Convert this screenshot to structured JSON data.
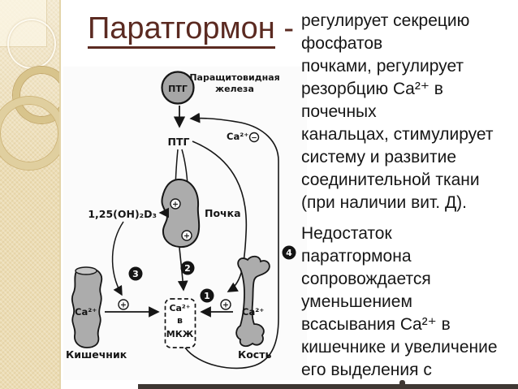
{
  "slide": {
    "title": {
      "text": "Паратгормон",
      "dash": " -"
    },
    "body": {
      "paragraph1_lines": [
        "регулирует секрецию",
        "фосфатов",
        "почками, регулирует",
        "резорбцию Ca²⁺ в",
        "почечных",
        "канальцах, стимулирует",
        "систему и развитие",
        "соединительной ткани",
        "(при наличии вит. Д)."
      ],
      "paragraph2_lines": [
        "Недостаток",
        "паратгормона",
        "сопровождается",
        "уменьшением",
        "всасывания Ca²⁺ в",
        "кишечнике и увеличение",
        "его выделения с"
      ]
    }
  },
  "diagram": {
    "gland_hormone": "ПТГ",
    "gland_name_line1": "Паращитовидная",
    "gland_name_line2": "железа",
    "pth_label": "ПТГ",
    "ca_feedback_label": "Ca²⁺",
    "kidney_label": "Почка",
    "vitd_label": "1,25(OH)₂D₃",
    "intestine_ca_label": "Ca²⁺",
    "bone_ca_label": "Ca²⁺",
    "box_line1": "Ca²⁺",
    "box_line2": "в",
    "box_line3": "МКЖ",
    "intestine_label": "Кишечник",
    "bone_label": "Кость",
    "markers": [
      "1",
      "2",
      "3",
      "4"
    ],
    "plus": "+",
    "minus": "−"
  },
  "colors": {
    "title_accent": "#5b2a21",
    "strip_beige": "#ecdcb4",
    "diagram_gray": "#acacac",
    "line_black": "#161616"
  }
}
